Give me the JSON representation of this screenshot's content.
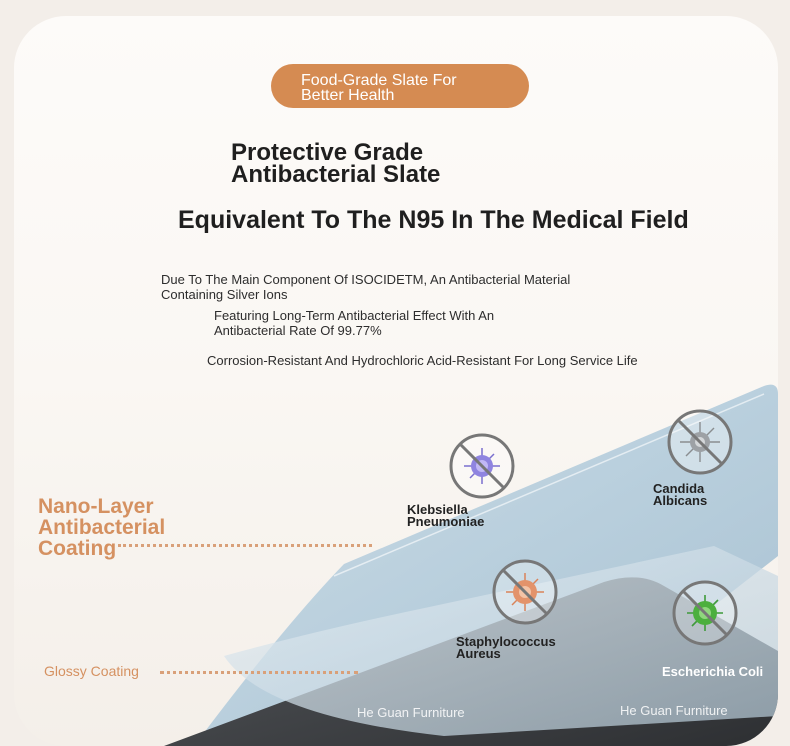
{
  "badge": {
    "line1": "Food-Grade Slate For",
    "line2": "Better Health"
  },
  "title": {
    "line1": "Protective Grade",
    "line2": "Antibacterial Slate"
  },
  "subtitle": "Equivalent To The N95 In The Medical Field",
  "descriptions": [
    {
      "line1": "Due To The Main Component Of ISOCIDETM, An Antibacterial Material",
      "line2": "Containing Silver Ions"
    },
    {
      "line1": "Featuring Long-Term Antibacterial Effect With An",
      "line2": "Antibacterial Rate Of 99.77%"
    },
    {
      "line1": "Corrosion-Resistant And Hydrochloric Acid-Resistant For Long Service Life"
    }
  ],
  "layers": {
    "nano": {
      "line1": "Nano-Layer",
      "line2": "Antibacterial",
      "line3": "Coating"
    },
    "glossy": "Glossy Coating"
  },
  "bacteria": [
    {
      "line1": "Klebsiella",
      "line2": "Pneumoniae"
    },
    {
      "line1": "Candida",
      "line2": "Albicans"
    },
    {
      "line1": "Staphylococcus",
      "line2": "Aureus"
    },
    {
      "line1": "Escherichia Coli"
    }
  ],
  "brand": {
    "left": "He Guan Furniture",
    "right": "He Guan Furniture"
  },
  "colors": {
    "accent": "#d58b52",
    "callout": "#d59161",
    "slate_blue": "#a9c3d3",
    "slate_dark": "#3d3f42"
  }
}
